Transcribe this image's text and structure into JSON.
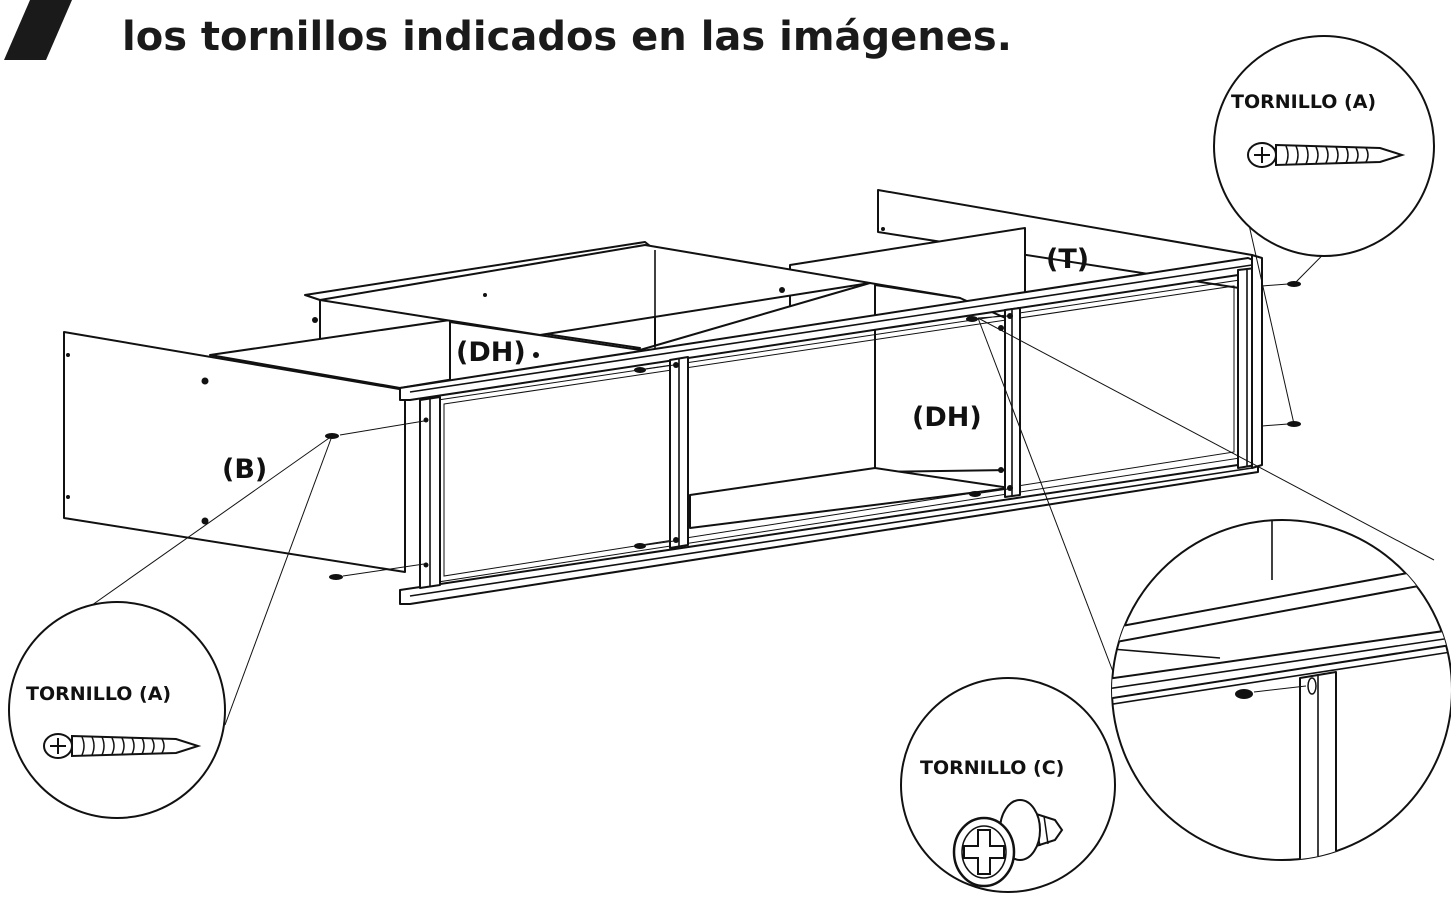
{
  "heading": {
    "text": "los tornillos indicados en las imágenes."
  },
  "parts": {
    "top": "(T)",
    "divider_left": "(DH)",
    "divider_right": "(DH)",
    "base": "(B)"
  },
  "callouts": {
    "screw_a_top": "TORNILLO (A)",
    "screw_a_left": "TORNILLO (A)",
    "screw_c": "TORNILLO (C)"
  },
  "colors": {
    "ink": "#111111",
    "accent_bar": "#1a1a1a",
    "background": "#ffffff"
  }
}
